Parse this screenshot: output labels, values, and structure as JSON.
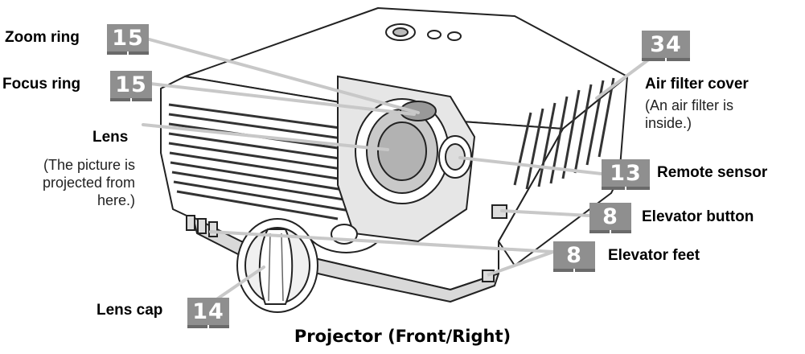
{
  "labels": {
    "zoom_ring": "Zoom ring",
    "focus_ring": "Focus ring",
    "lens": "Lens",
    "lens_desc": [
      "(The picture is",
      "projected from",
      "here.)"
    ],
    "air_filter_cover": "Air filter cover",
    "air_filter_desc": [
      "(An air filter is",
      "inside.)"
    ],
    "remote_sensor": "Remote sensor",
    "elevator_button": "Elevator button",
    "elevator_feet": "Elevator feet",
    "lens_cap": "Lens cap"
  },
  "pages": {
    "zoom_ring": "15",
    "focus_ring": "15",
    "air_filter_cover": "34",
    "remote_sensor": "13",
    "elevator_button": "8",
    "elevator_feet": "8",
    "lens_cap": "14"
  },
  "caption": "Projector (Front/Right)",
  "colors": {
    "badge": "#8f8f8f",
    "leader": "#c8c8c8",
    "outline": "#222222"
  }
}
